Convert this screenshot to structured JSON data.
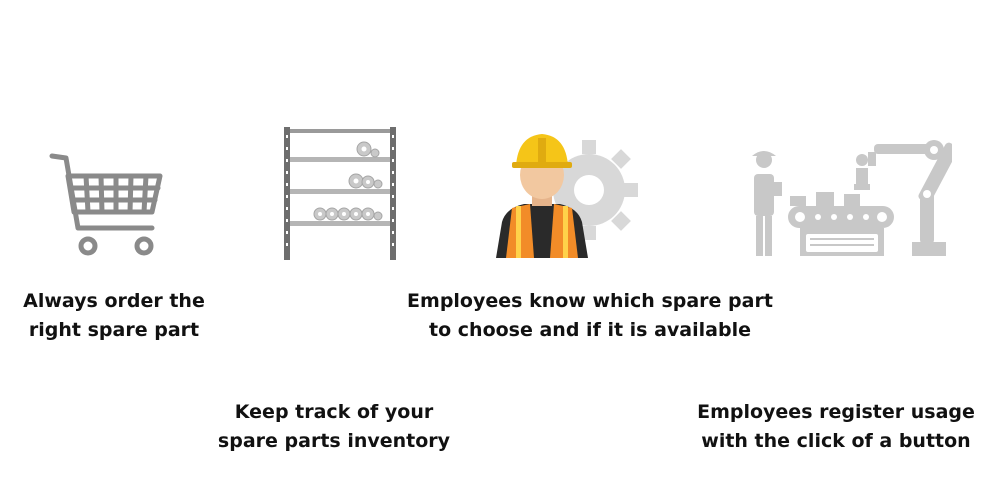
{
  "captions": {
    "order": {
      "line1": "Always order the",
      "line2": "right spare part"
    },
    "track": {
      "line1": "Keep track of your",
      "line2": "spare parts inventory"
    },
    "employees_know": {
      "line1": "Employees know which spare part",
      "line2": "to choose and if it is available"
    },
    "register": {
      "line1": "Employees register usage",
      "line2": "with the click of a button"
    }
  },
  "icons": {
    "cart": "shopping-cart-icon",
    "shelf": "parts-shelf-icon",
    "worker": "worker-with-gear-icon",
    "production": "production-line-icon"
  },
  "colors": {
    "icon_gray": "#8a8a8a",
    "icon_light_gray": "#c8c8c8",
    "helmet_yellow": "#f5c518",
    "vest_orange": "#f28c28",
    "skin": "#f2c8a0",
    "text": "#111111"
  }
}
